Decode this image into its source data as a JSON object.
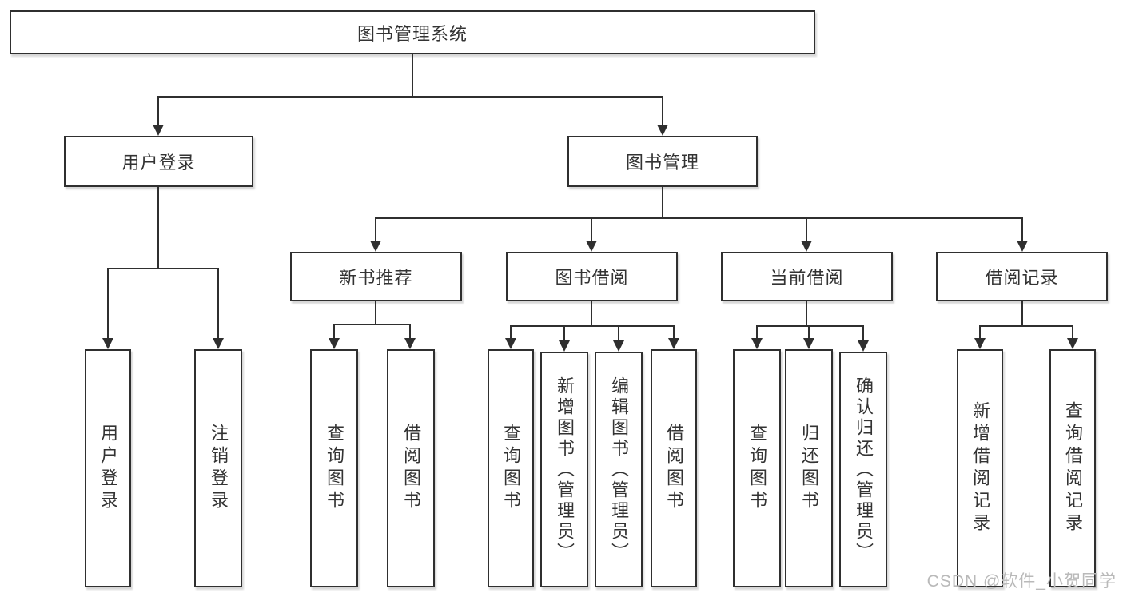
{
  "diagram": {
    "title": "图书管理系统",
    "type": "hierarchy-tree",
    "nodes": {
      "root": "图书管理系统",
      "user_login": "用户登录",
      "book_management": "图书管理",
      "new_book_recommend": "新书推荐",
      "book_borrow": "图书借阅",
      "current_borrow": "当前借阅",
      "borrow_record": "借阅记录"
    },
    "leaves": {
      "user_login_leaf": "用户登录",
      "logout_leaf": "注销登录",
      "query_book_a": "查询图书",
      "borrow_book_a": "借阅图书",
      "query_book_b": "查询图书",
      "add_book_admin": "新增图书（管理员）",
      "edit_book_admin": "编辑图书（管理员）",
      "borrow_book_b": "借阅图书",
      "query_book_c": "查询图书",
      "return_book": "归还图书",
      "confirm_return_admin": "确认归还（管理员）",
      "add_borrow_record": "新增借阅记录",
      "query_borrow_record": "查询借阅记录"
    },
    "edges": [
      [
        "图书管理系统",
        "用户登录"
      ],
      [
        "图书管理系统",
        "图书管理"
      ],
      [
        "用户登录",
        "用户登录(叶)"
      ],
      [
        "用户登录",
        "注销登录"
      ],
      [
        "图书管理",
        "新书推荐"
      ],
      [
        "图书管理",
        "图书借阅"
      ],
      [
        "图书管理",
        "当前借阅"
      ],
      [
        "图书管理",
        "借阅记录"
      ],
      [
        "新书推荐",
        "查询图书"
      ],
      [
        "新书推荐",
        "借阅图书"
      ],
      [
        "图书借阅",
        "查询图书"
      ],
      [
        "图书借阅",
        "新增图书（管理员）"
      ],
      [
        "图书借阅",
        "编辑图书（管理员）"
      ],
      [
        "图书借阅",
        "借阅图书"
      ],
      [
        "当前借阅",
        "查询图书"
      ],
      [
        "当前借阅",
        "归还图书"
      ],
      [
        "当前借阅",
        "确认归还（管理员）"
      ],
      [
        "借阅记录",
        "新增借阅记录"
      ],
      [
        "借阅记录",
        "查询借阅记录"
      ]
    ],
    "colors": {
      "line": "#2f2f2f",
      "box_background": "#ffffff",
      "text": "#333333",
      "watermark": "#b9b9b9",
      "page_background": "#ffffff"
    },
    "watermark": "CSDN @软件_小贺同学"
  }
}
